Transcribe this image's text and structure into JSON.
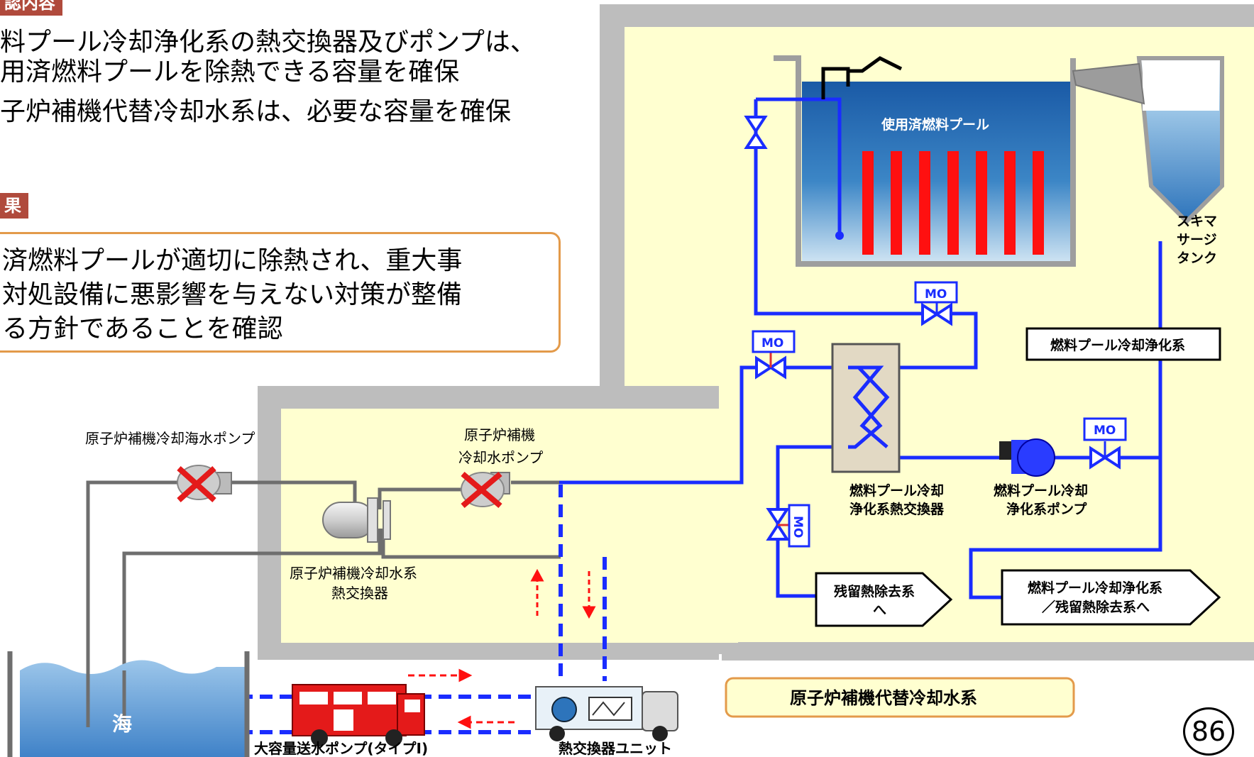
{
  "left_panel": {
    "check_tag": "認内容",
    "bullets": [
      "料プール冷却浄化系の熱交換器及びポンプは、",
      "用済燃料プールを除熱できる容量を確保",
      "子炉補機代替冷却水系は、必要な容量を確保"
    ],
    "result_tag": "果",
    "result_lines": [
      "済燃料プールが適切に除熱され、重大事",
      "対処設備に悪影響を与えない対策が整備",
      "る方針であることを確認"
    ]
  },
  "diagram": {
    "pool_label": "使用済燃料プール",
    "skimmer_label": [
      "スキマ",
      "サージ",
      "タンク"
    ],
    "fpc_system_label": "燃料プール冷却浄化系",
    "mo_label": "MO",
    "fpc_hx_label": [
      "燃料プール冷却",
      "浄化系熱交換器"
    ],
    "fpc_pump_label": [
      "燃料プール冷却",
      "浄化系ポンプ"
    ],
    "rhr_arrow_label": [
      "残留熱除去系",
      "へ"
    ],
    "fpc_rhr_arrow_label": [
      "燃料プール冷却浄化系",
      "／残留熱除去系へ"
    ],
    "seawater_pump_label": "原子炉補機冷却海水ポンプ",
    "ccw_pump_label": [
      "原子炉補機",
      "冷却水ポンプ"
    ],
    "ccw_hx_label": [
      "原子炉補機冷却水系",
      "熱交換器"
    ],
    "sea_label": "海",
    "pump_truck_label": "大容量送水ポンプ(タイプⅠ)",
    "hx_unit_label": "熱交換器ユニット",
    "alt_cooling_label": "原子炉補機代替冷却水系"
  },
  "page_number": "86",
  "colors": {
    "accent_tag": "#b04a3c",
    "orange_border": "#e39a4a",
    "building_gray": "#bdbdbd",
    "room_yellow": "#ffffd0",
    "pipe_blue": "#1a2cff",
    "pool_blue": "#1d5ea8",
    "fuel_red": "#ff1010",
    "truck_red": "#e41a1a"
  }
}
